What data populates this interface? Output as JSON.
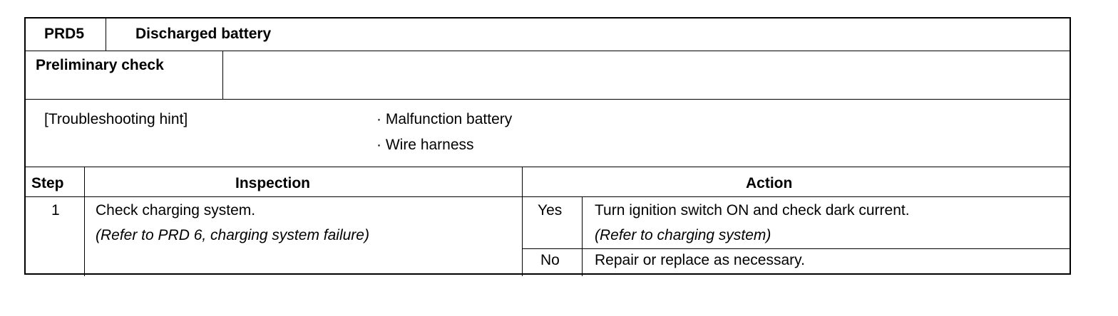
{
  "header": {
    "code": "PRD5",
    "title": "Discharged battery"
  },
  "preliminary": {
    "label": "Preliminary check",
    "content": ""
  },
  "hint": {
    "label": "[Troubleshooting hint]",
    "items": [
      "· Malfunction battery",
      "· Wire harness"
    ]
  },
  "table": {
    "columns": {
      "step": "Step",
      "inspection": "Inspection",
      "action": "Action"
    },
    "rows": [
      {
        "step": "1",
        "inspection": "Check charging system.",
        "inspection_ref": "(Refer to PRD 6, charging system failure)",
        "outcomes": [
          {
            "answer": "Yes",
            "action": "Turn ignition switch ON and check dark current.",
            "action_ref": "(Refer to charging system)"
          },
          {
            "answer": "No",
            "action": "Repair or replace as necessary.",
            "action_ref": ""
          }
        ]
      }
    ]
  }
}
